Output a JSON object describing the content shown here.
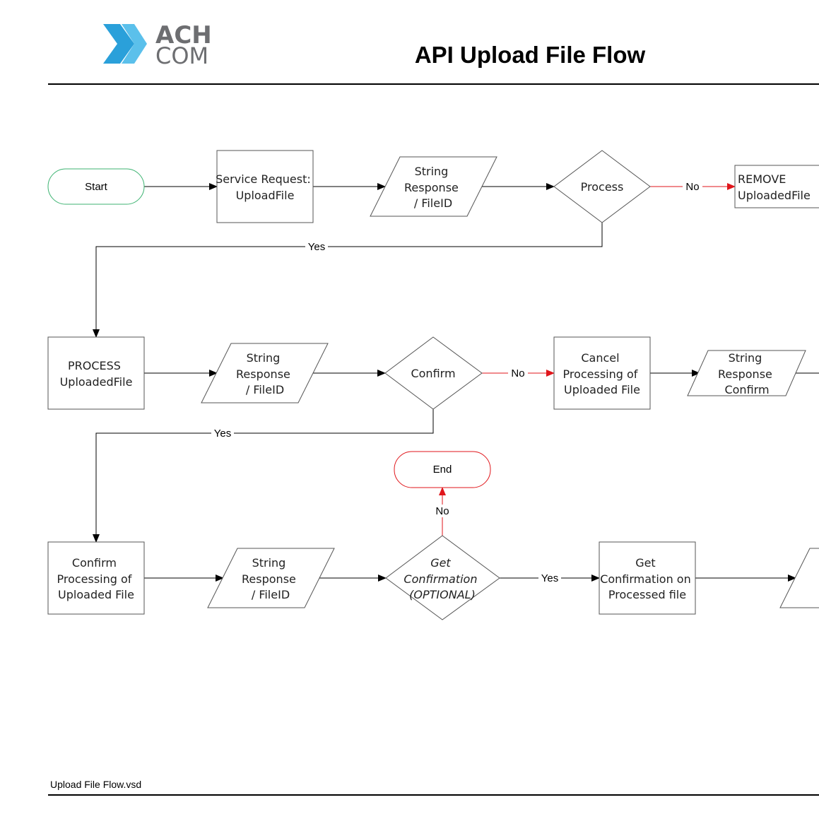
{
  "header": {
    "logo_line1": "ACH",
    "logo_line2": "COM",
    "title": "API Upload File Flow"
  },
  "footer": {
    "filename": "Upload File Flow.vsd"
  },
  "colors": {
    "line": "#000000",
    "no_arrow": "#e0161b",
    "start_border": "#3cb371",
    "end_border": "#e0161b",
    "logo_blue": "#2aa0da",
    "logo_text": "#6d6e71"
  },
  "nodes": {
    "start": {
      "label": "Start"
    },
    "service_request": {
      "lines": [
        "Service Request:",
        "UploadFile"
      ]
    },
    "string_response_1": {
      "lines": [
        "String",
        "Response",
        "/ FileID"
      ]
    },
    "process_decision": {
      "label": "Process"
    },
    "remove_uploaded": {
      "lines": [
        "REMOVE",
        "UploadedFile"
      ]
    },
    "process_uploaded": {
      "lines": [
        "PROCESS",
        "UploadedFile"
      ]
    },
    "string_response_2": {
      "lines": [
        "String",
        "Response",
        "/ FileID"
      ]
    },
    "confirm_decision": {
      "label": "Confirm"
    },
    "cancel_processing": {
      "lines": [
        "Cancel",
        "Processing of",
        "Uploaded File"
      ]
    },
    "string_response_confirm": {
      "lines": [
        "String",
        "Response",
        "Confirm"
      ]
    },
    "end": {
      "label": "End"
    },
    "confirm_processing": {
      "lines": [
        "Confirm",
        "Processing of",
        "Uploaded File"
      ]
    },
    "string_response_3": {
      "lines": [
        "String",
        "Response",
        "/ FileID"
      ]
    },
    "get_confirmation_decision": {
      "lines": [
        "Get",
        "Confirmation",
        "(OPTIONAL)"
      ]
    },
    "get_confirmation_processed": {
      "lines": [
        "Get",
        "Confirmation on",
        "Processed file"
      ]
    },
    "partial_parallelogram": {
      "label": ""
    }
  },
  "edges": {
    "process_no": "No",
    "process_yes": "Yes",
    "confirm_no": "No",
    "confirm_yes": "Yes",
    "getconf_no": "No",
    "getconf_yes": "Yes"
  }
}
